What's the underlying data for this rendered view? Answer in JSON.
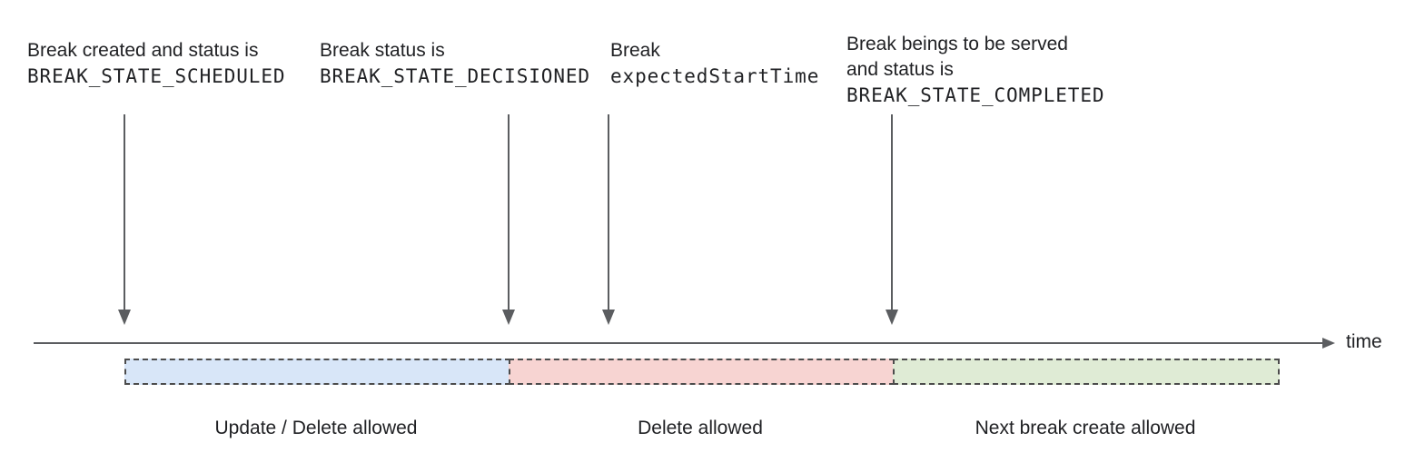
{
  "annotations": {
    "a1": {
      "line1": "Break created and status is",
      "code": "BREAK_STATE_SCHEDULED"
    },
    "a2": {
      "line1": "Break status is",
      "code": "BREAK_STATE_DECISIONED"
    },
    "a3": {
      "line1": "Break",
      "code": "expectedStartTime"
    },
    "a4": {
      "line1": "Break beings to be served",
      "line2": "and status is",
      "code": "BREAK_STATE_COMPLETED"
    }
  },
  "timeline": {
    "axis_label": "time"
  },
  "segments": {
    "update_delete": {
      "label": "Update / Delete allowed",
      "fill": "#d8e6f8"
    },
    "delete_only": {
      "label": "Delete allowed",
      "fill": "#f7d4d2"
    },
    "next_create": {
      "label": "Next break create allowed",
      "fill": "#dfebd5"
    }
  },
  "colors": {
    "background": "#ffffff",
    "text": "#202124",
    "arrow": "#5b5d60",
    "segment_border": "#4c4c4c"
  }
}
